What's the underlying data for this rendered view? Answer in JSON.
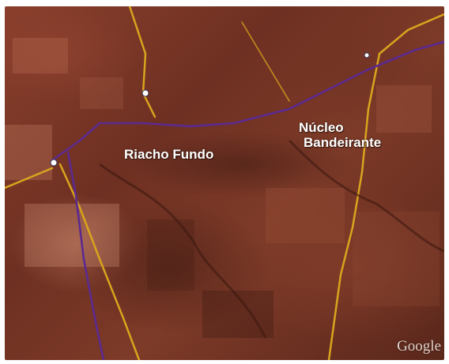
{
  "map": {
    "labels": {
      "riacho_fundo": "Riacho Fundo",
      "nucleo_line1": "Núcleo",
      "nucleo_line2": "Bandeirante"
    },
    "logo": "Google",
    "colors": {
      "terrain": "#7a3826",
      "road_yellow": "#d6a020",
      "road_purple": "#5a2a8c"
    }
  }
}
